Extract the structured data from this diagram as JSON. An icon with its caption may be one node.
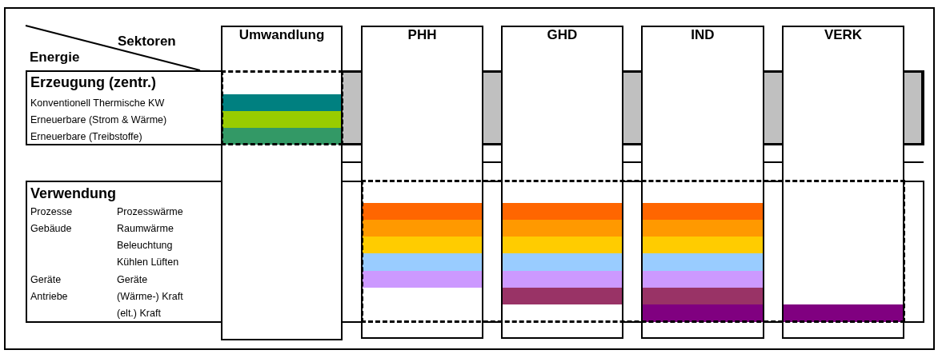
{
  "diagram": {
    "nodes": [
      {
        "text": [
          "Umwandlung"
        ]
      },
      {
        "text": [
          "PHH"
        ]
      },
      {
        "text": [
          "GHD"
        ]
      },
      {
        "text": [
          "IND"
        ]
      },
      {
        "text": [
          "VERK"
        ]
      },
      {
        "text": [
          "Erzeugung (zentr.)",
          "Konventionell Thermische KW",
          "Erneuerbare (Strom & Wärme)",
          "Erneuerbare (Treibstoffe)"
        ]
      },
      {
        "text": [],
        "shape": "bar",
        "in": 0
      },
      {
        "text": [],
        "shape": "bar",
        "in": 0
      },
      {
        "text": [],
        "shape": "bar",
        "in": 0
      },
      {
        "text": [
          "Verwendung",
          "Prozesse",
          "Prozesswärme",
          "Gebäude",
          "Raumwärme",
          "Beleuchtung",
          "Kühlen Lüften",
          "Geräte",
          "Geräte",
          "Antriebe",
          "(Wärme-) Kraft",
          "(elt.) Kraft"
        ]
      },
      {
        "text": [],
        "shape": "bar",
        "in": 1
      },
      {
        "text": [],
        "shape": "bar",
        "in": 1
      },
      {
        "text": [],
        "shape": "bar",
        "in": 1
      },
      {
        "text": [],
        "shape": "bar",
        "in": 1
      },
      {
        "text": [],
        "shape": "bar",
        "in": 1
      },
      {
        "text": [],
        "shape": "bar",
        "in": 2
      },
      {
        "text": [],
        "shape": "bar",
        "in": 2
      },
      {
        "text": [],
        "shape": "bar",
        "in": 2
      },
      {
        "text": [],
        "shape": "bar",
        "in": 2
      },
      {
        "text": [],
        "shape": "bar",
        "in": 2
      },
      {
        "text": [],
        "shape": "bar",
        "in": 2
      },
      {
        "text": [],
        "shape": "bar",
        "in": 3
      },
      {
        "text": [],
        "shape": "bar",
        "in": 3
      },
      {
        "text": [],
        "shape": "bar",
        "in": 3
      },
      {
        "text": [],
        "shape": "bar",
        "in": 3
      },
      {
        "text": [],
        "shape": "bar",
        "in": 3
      },
      {
        "text": [],
        "shape": "bar",
        "in": 3
      },
      {
        "text": [],
        "shape": "bar",
        "in": 3
      },
      {
        "text": [],
        "shape": "bar",
        "in": 4
      }
    ],
    "edges": [],
    "labels": [
      "Sektoren",
      "Energie"
    ]
  }
}
